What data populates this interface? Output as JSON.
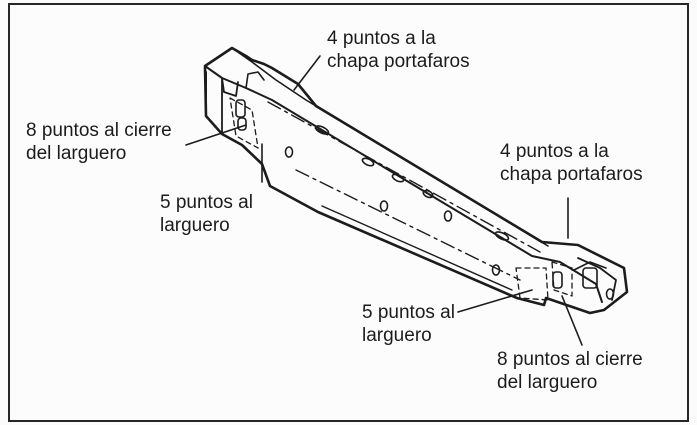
{
  "labels": {
    "top_chapa": {
      "line1": "4 puntos a la",
      "line2": "chapa portafaros"
    },
    "left_cierre": {
      "line1": "8 puntos al cierre",
      "line2": "del larguero"
    },
    "left_larguero": {
      "line1": "5 puntos al",
      "line2": "larguero"
    },
    "right_chapa": {
      "line1": "4 puntos a la",
      "line2": "chapa portafaros"
    },
    "bottom_larguero": {
      "line1": "5 puntos al",
      "line2": "larguero"
    },
    "bottom_cierre": {
      "line1": "8 puntos al cierre",
      "line2": "del larguero"
    }
  },
  "colors": {
    "ink": "#1c1c1c",
    "frame": "#262626",
    "background": "#fcfcfc"
  }
}
